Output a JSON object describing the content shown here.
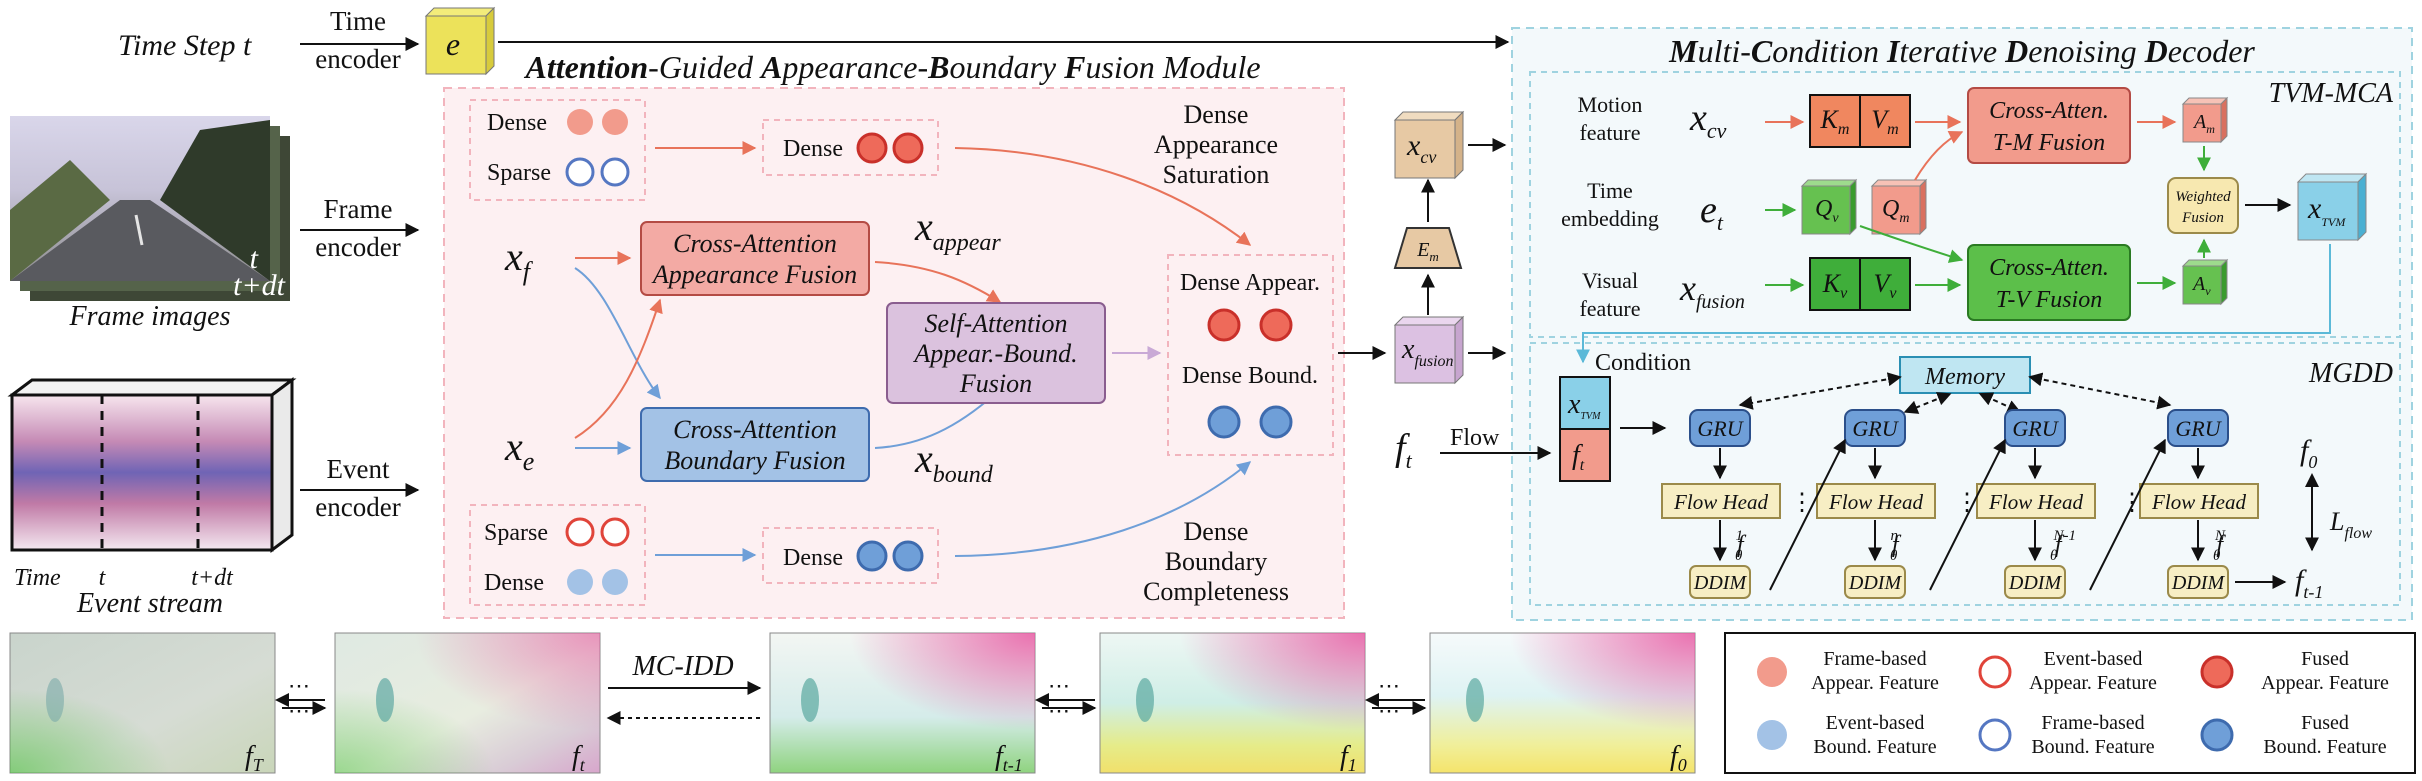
{
  "inputs": {
    "time_step": "Time Step t",
    "time_encoder_1": "Time",
    "time_encoder_2": "encoder",
    "et": "e",
    "frame_t": "t",
    "frame_tdt": "t+dt",
    "frame_images": "Frame images",
    "frame_encoder_1": "Frame",
    "frame_encoder_2": "encoder",
    "event_time": "Time",
    "event_t": "t",
    "event_tdt": "t+dt",
    "event_stream": "Event stream",
    "event_encoder_1": "Event",
    "event_encoder_2": "encoder"
  },
  "agabf": {
    "title_a1": "Attention",
    "title_a2": "-Guided ",
    "title_b1": "A",
    "title_b2": "ppearance-",
    "title_c1": "B",
    "title_c2": "oundary ",
    "title_d1": "F",
    "title_d2": "usion Module",
    "top_dense": "Dense",
    "top_sparse": "Sparse",
    "top_dense2": "Dense",
    "das_1": "Dense",
    "das_2": "Appearance",
    "das_3": "Saturation",
    "xf": "x",
    "xf_sub": "f",
    "xe": "x",
    "xe_sub": "e",
    "ca_app_1": "Cross-Attention",
    "ca_app_2": "Appearance Fusion",
    "ca_bnd_1": "Cross-Attention",
    "ca_bnd_2": "Boundary Fusion",
    "xappear": "x",
    "xappear_sub": "appear",
    "xbound": "x",
    "xbound_sub": "bound",
    "sa_1": "Self-Attention",
    "sa_2": "Appear.-Bound.",
    "sa_3": "Fusion",
    "dense_appear": "Dense Appear.",
    "dense_bound": "Dense Bound.",
    "bot_sparse": "Sparse",
    "bot_dense": "Dense",
    "bot_dense2": "Dense",
    "dbc_1": "Dense",
    "dbc_2": "Boundary",
    "dbc_3": "Completeness"
  },
  "middle": {
    "xfusion": "x",
    "xfusion_sub": "fusion",
    "em": "E",
    "em_sub": "m",
    "xcv": "x",
    "xcv_sub": "cv"
  },
  "mcidd": {
    "t_a1": "M",
    "t_a2": "ulti-",
    "t_b1": "C",
    "t_b2": "ondition ",
    "t_c1": "I",
    "t_c2": "terative ",
    "t_d1": "D",
    "t_d2": "enoising ",
    "t_e1": "D",
    "t_e2": "ecoder",
    "tvm_mca": "TVM-MCA",
    "motion_1": "Motion",
    "motion_2": "feature",
    "xcv": "x",
    "xcv_sub": "cv",
    "k": "K",
    "v": "V",
    "q": "Q",
    "a": "A",
    "e": "e",
    "x": "x",
    "f": "f",
    "l": "L",
    "m_sub": "m",
    "v_sub": "v",
    "t_sub": "t",
    "tvm_sub": "TVM",
    "fusion_sub": "fusion",
    "flow_sub": "flow",
    "tm1_sub": "t-1",
    "zero_sub": "0",
    "tm_1": "Cross-Atten.",
    "tm_2": "T-M Fusion",
    "tv_1": "Cross-Atten.",
    "tv_2": "T-V Fusion",
    "te_1": "Time",
    "te_2": "embedding",
    "vf_1": "Visual",
    "vf_2": "feature",
    "wf_1": "Weighted",
    "wf_2": "Fusion",
    "mgdd": "MGDD",
    "condition": "Condition",
    "flow": "Flow",
    "memory": "Memory",
    "gru": "GRU",
    "flowhead": "Flow Head",
    "ddim": "DDIM",
    "theta": "θ",
    "n1": "1",
    "nn": "n",
    "nN1": "N-1",
    "nN": "N",
    "vdots": "⋮"
  },
  "bottom": {
    "f": "f",
    "T": "T",
    "t": "t",
    "tm1": "t-1",
    "one": "1",
    "zero": "0",
    "dots": "⋯",
    "mcidd": "MC-IDD"
  },
  "legend": {
    "l1a": "Frame-based",
    "l1b": "Appear. Feature",
    "l2a": "Event-based",
    "l2b": "Appear. Feature",
    "l3a": "Fused",
    "l3b": "Appear. Feature",
    "l4a": "Event-based",
    "l4b": "Bound. Feature",
    "l5a": "Frame-based",
    "l5b": "Bound. Feature",
    "l6a": "Fused",
    "l6b": "Bound. Feature"
  }
}
